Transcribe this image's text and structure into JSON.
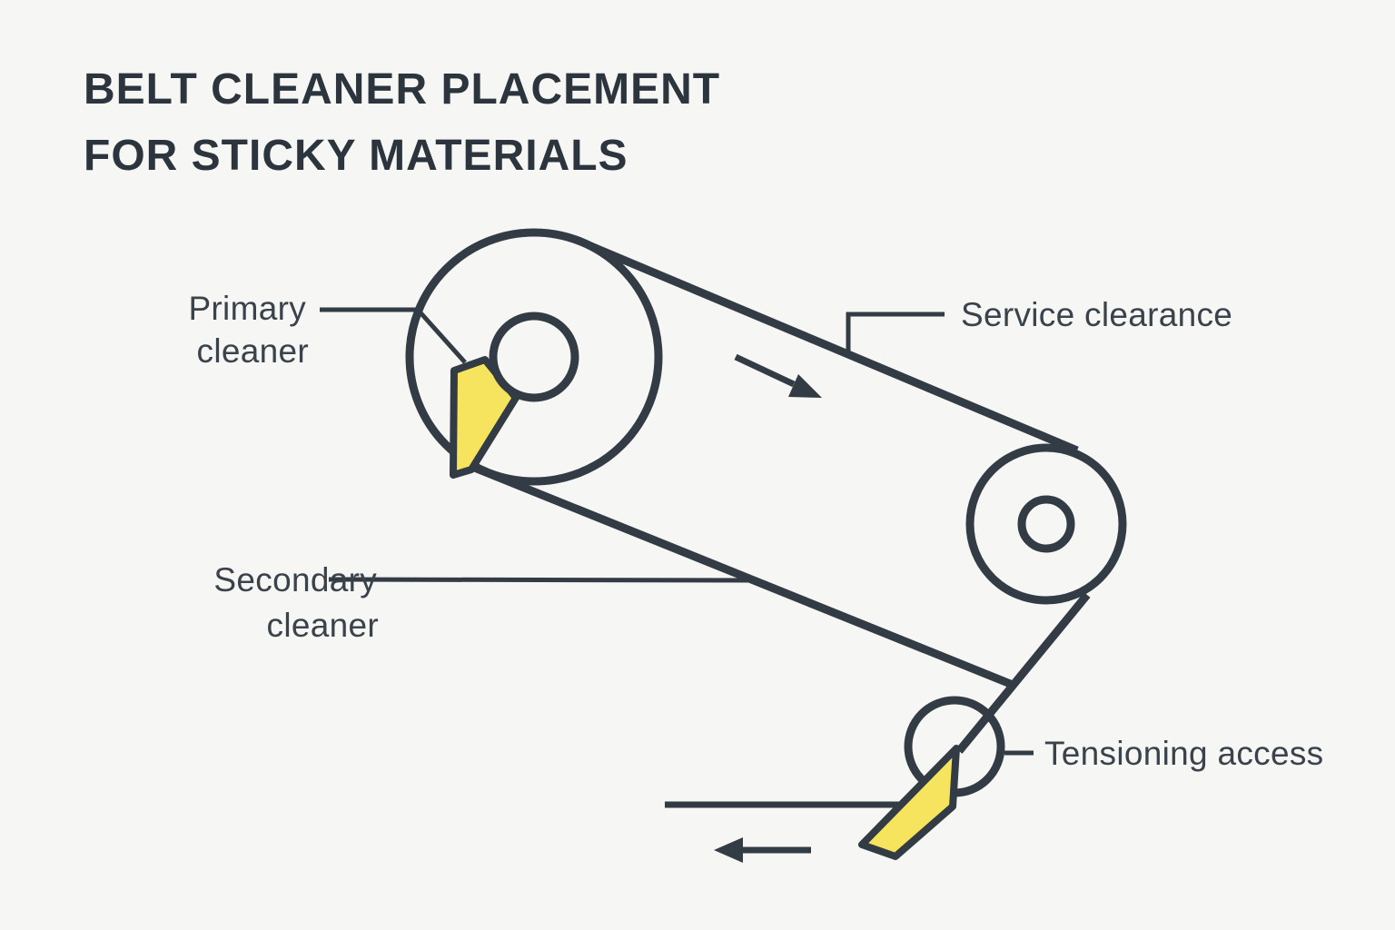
{
  "title": {
    "line1": "BELT CLEANER PLACEMENT",
    "line2": "FOR STICKY MATERIALS"
  },
  "labels": {
    "primary_cleaner": {
      "line1": "Primary",
      "line2": "cleaner"
    },
    "secondary_cleaner": {
      "line1": "Secondary",
      "line2": "cleaner"
    },
    "service_clearance": "Service clearance",
    "tensioning_access": "Tensioning access"
  },
  "annotations": {
    "carry_belt_direction": "arrow-down-right",
    "return_belt_direction": "arrow-left"
  },
  "colors": {
    "background": "#f6f7f5",
    "line": "#333c44",
    "title_text": "#2c353d",
    "label_text": "#3a434b",
    "blade_fill": "#f7e45e"
  }
}
